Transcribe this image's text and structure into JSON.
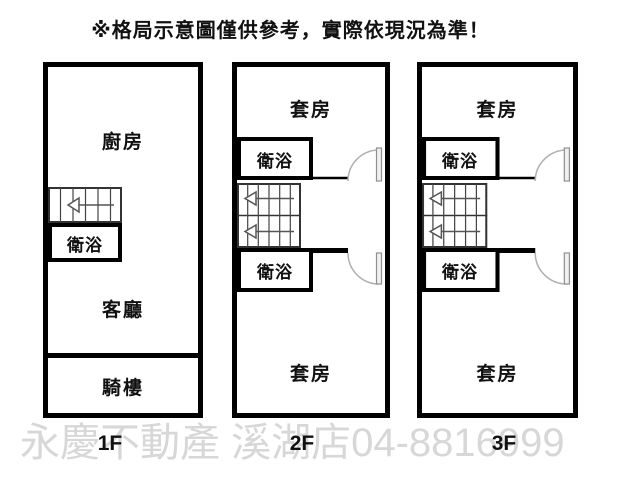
{
  "disclaimer": "※格局示意圖僅供參考，實際依現況為準！",
  "watermark": "永慶不動產 溪湖店04-8816999",
  "floor1": {
    "label": "1F",
    "kitchen": "廚房",
    "bathroom": "衛浴",
    "living_room": "客廳",
    "arcade": "騎樓"
  },
  "floor2": {
    "label": "2F",
    "suite_top": "套房",
    "bathroom_top": "衛浴",
    "bathroom_bottom": "衛浴",
    "suite_bottom": "套房"
  },
  "floor3": {
    "label": "3F",
    "suite_top": "套房",
    "bathroom_top": "衛浴",
    "bathroom_bottom": "衛浴",
    "suite_bottom": "套房"
  },
  "colors": {
    "wall": "#000000",
    "stair_line": "#444444",
    "arrow": "#555555",
    "door": "#909090",
    "door_arc": "#b0b0b0",
    "watermark": "#d7d7d7",
    "background": "#ffffff"
  }
}
